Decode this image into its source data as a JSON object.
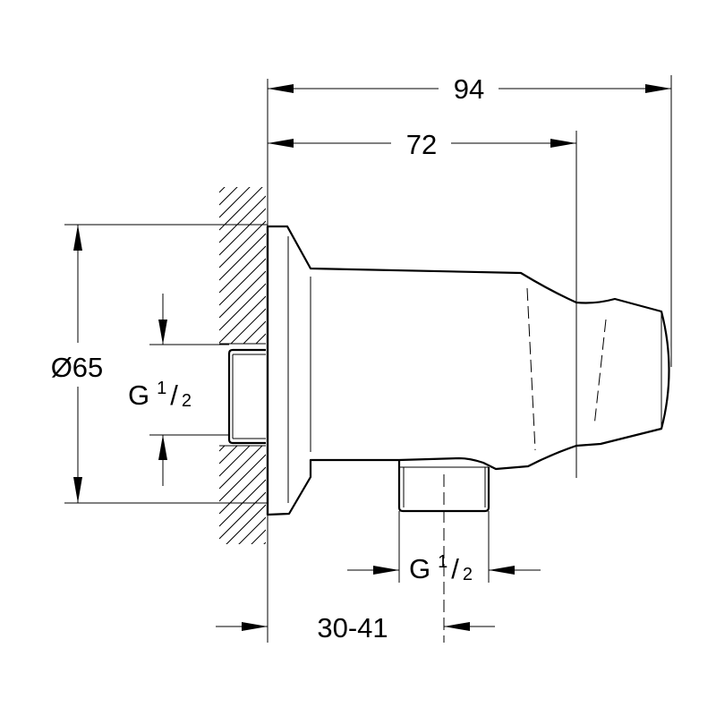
{
  "drawing": {
    "dimensions": {
      "overall_length": "94",
      "body_length": "72",
      "flange_diameter": "Ø65",
      "wall_thread": {
        "prefix": "G",
        "num": "1",
        "slash": "/",
        "den": "2"
      },
      "outlet_thread": {
        "prefix": "G",
        "num": "1",
        "slash": "/",
        "den": "2"
      },
      "projection_range": "30-41"
    },
    "colors": {
      "line": "#000000",
      "background": "#ffffff"
    }
  }
}
